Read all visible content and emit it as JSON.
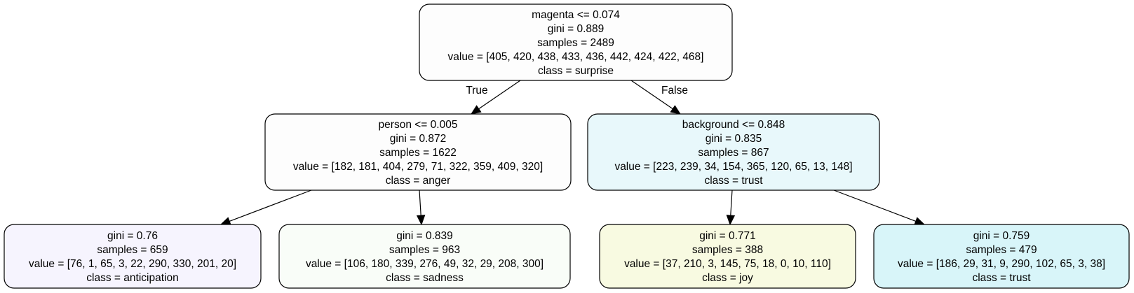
{
  "tree": {
    "nodes": [
      {
        "id": "root",
        "fill": "#fdfdfd",
        "lines": [
          "magenta <= 0.074",
          "gini = 0.889",
          "samples = 2489",
          "value = [405, 420, 438, 433, 436, 442, 424, 422, 468]",
          "class = surprise"
        ]
      },
      {
        "id": "left",
        "fill": "#fdfdfd",
        "lines": [
          "person <= 0.005",
          "gini = 0.872",
          "samples = 1622",
          "value = [182, 181, 404, 279, 71, 322, 359, 409, 320]",
          "class = anger"
        ]
      },
      {
        "id": "right",
        "fill": "#e8f8fb",
        "lines": [
          "background <= 0.848",
          "gini = 0.835",
          "samples = 867",
          "value = [223, 239, 34, 154, 365, 120, 65, 13, 148]",
          "class = trust"
        ]
      },
      {
        "id": "leaf1",
        "fill": "#f6f4fe",
        "lines": [
          "gini = 0.76",
          "samples = 659",
          "value = [76, 1, 65, 3, 22, 290, 330, 201, 20]",
          "class = anticipation"
        ]
      },
      {
        "id": "leaf2",
        "fill": "#f9fdf8",
        "lines": [
          "gini = 0.839",
          "samples = 963",
          "value = [106, 180, 339, 276, 49, 32, 29, 208, 300]",
          "class = sadness"
        ]
      },
      {
        "id": "leaf3",
        "fill": "#f8fae1",
        "lines": [
          "gini = 0.771",
          "samples = 388",
          "value = [37, 210, 3, 145, 75, 18, 0, 10, 110]",
          "class = joy"
        ]
      },
      {
        "id": "leaf4",
        "fill": "#d8f5f9",
        "lines": [
          "gini = 0.759",
          "samples = 479",
          "value = [186, 29, 31, 9, 290, 102, 65, 3, 38]",
          "class = trust"
        ]
      }
    ],
    "edges": [
      {
        "from": "root",
        "to": "left",
        "label": "True"
      },
      {
        "from": "root",
        "to": "right",
        "label": "False"
      },
      {
        "from": "left",
        "to": "leaf1",
        "label": ""
      },
      {
        "from": "left",
        "to": "leaf2",
        "label": ""
      },
      {
        "from": "right",
        "to": "leaf3",
        "label": ""
      },
      {
        "from": "right",
        "to": "leaf4",
        "label": ""
      }
    ]
  }
}
